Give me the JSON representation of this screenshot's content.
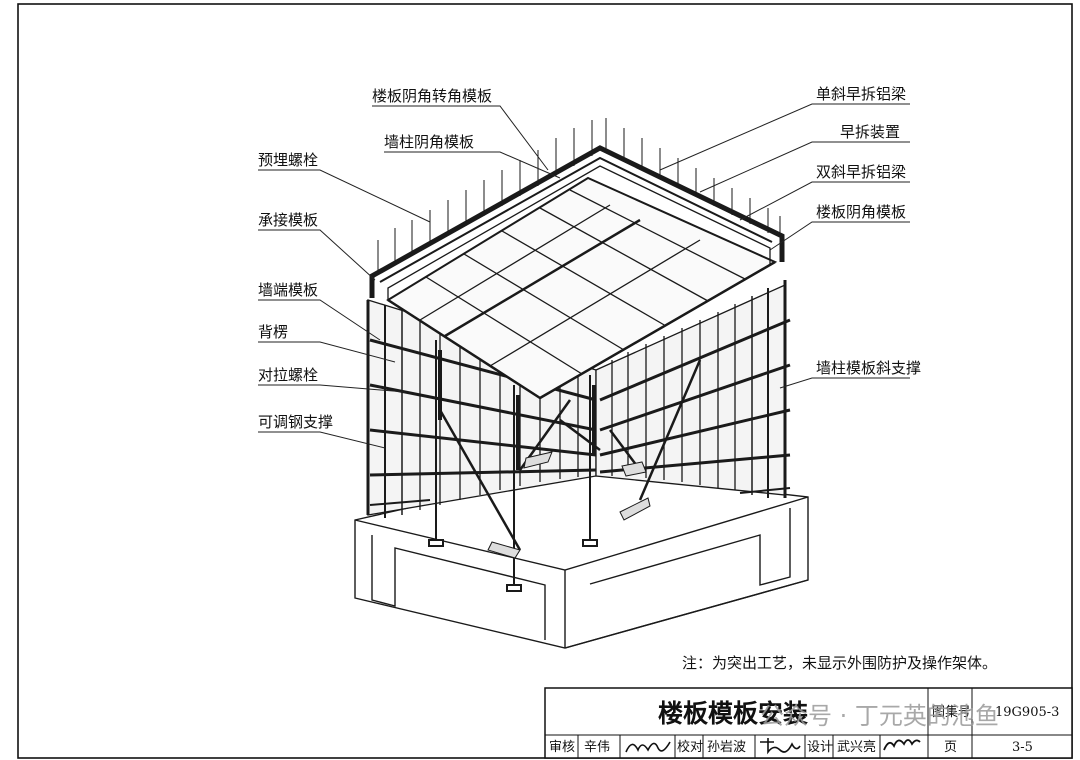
{
  "labels": {
    "left": [
      "预埋螺栓",
      "承接模板",
      "墙端模板",
      "背楞",
      "对拉螺栓",
      "可调钢支撑"
    ],
    "top": [
      "楼板阴角转角模板",
      "墙柱阴角模板"
    ],
    "right": [
      "单斜早拆铝梁",
      "早拆装置",
      "双斜早拆铝梁",
      "楼板阴角模板",
      "墙柱模板斜支撑"
    ]
  },
  "note": "注：为突出工艺，未显示外围防护及操作架体。",
  "title_block": {
    "title": "楼板模板安装",
    "atlas_label": "图集号",
    "atlas_no": "19G905-3",
    "review_label": "审核",
    "reviewer": "辛伟",
    "check_label": "校对",
    "checker": "孙岩波",
    "design_label": "设计",
    "designer": "武兴亮",
    "page_label": "页",
    "page_no": "3-5"
  },
  "watermark": "公众号 · 丁元英的池鱼",
  "colors": {
    "line": "#1a1a1a",
    "watermark": "#9a9a9a"
  }
}
